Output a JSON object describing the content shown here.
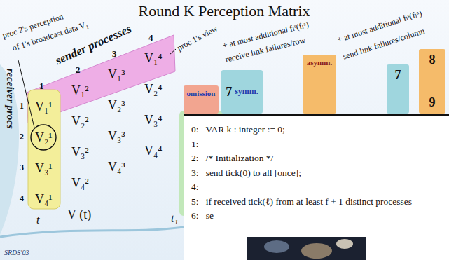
{
  "diagram": {
    "title": "Round K Perception Matrix",
    "nodes": [
      {
        "text": [
          "0:   VAR k : integer := 0;",
          "1:",
          "2:   /* Initialization */",
          "3:   send tick(0) to all [once];",
          "4:",
          "5:   if received tick(ℓ) from at least f + 1 distinct processes",
          "6:   se"
        ]
      },
      {
        "text": [
          "omission"
        ]
      },
      {
        "text": [
          "7",
          "symm."
        ]
      },
      {
        "text": [
          "asymm."
        ]
      },
      {
        "text": [
          "7"
        ]
      },
      {
        "text": [
          "8",
          "9"
        ]
      }
    ],
    "labels": [
      "sender processes",
      "receiver procs",
      "proc 2's perception",
      "of 1's broadcast data V₁",
      "proc 1's view",
      "+ at most additional fₗʳ(fₗᵃ)",
      "receive link failures/row",
      "+ at most additional fₗˢ(fₗᵃ)",
      "send link failures/column",
      "1",
      "2",
      "3",
      "4",
      "1",
      "2",
      "3",
      "4",
      "V₁¹",
      "V₁²",
      "V₁³",
      "V₁⁴",
      "V₂¹",
      "V₂²",
      "V₂³",
      "V₂⁴",
      "V₃¹",
      "V₃²",
      "V₃³",
      "V₃⁴",
      "V₄¹",
      "V₄²",
      "V₄³",
      "V₄⁴",
      "V (t)",
      "t",
      "t₁",
      "SRDS'03"
    ]
  }
}
